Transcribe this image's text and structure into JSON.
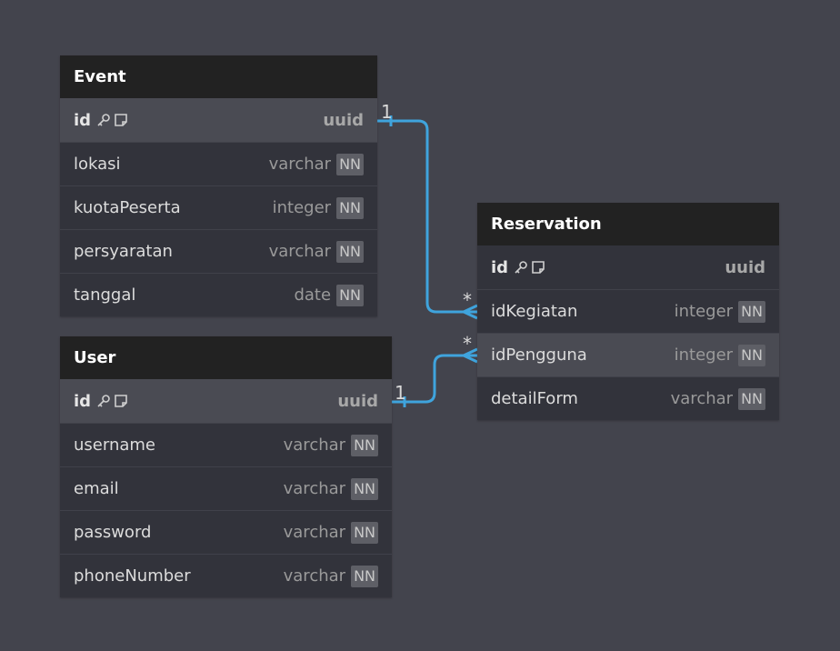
{
  "tables": {
    "event": {
      "name": "Event",
      "columns": [
        {
          "name": "id",
          "type": "uuid",
          "nn": "",
          "pk": true
        },
        {
          "name": "lokasi",
          "type": "varchar",
          "nn": "NN"
        },
        {
          "name": "kuotaPeserta",
          "type": "integer",
          "nn": "NN"
        },
        {
          "name": "persyaratan",
          "type": "varchar",
          "nn": "NN"
        },
        {
          "name": "tanggal",
          "type": "date",
          "nn": "NN"
        }
      ]
    },
    "user": {
      "name": "User",
      "columns": [
        {
          "name": "id",
          "type": "uuid",
          "nn": "",
          "pk": true
        },
        {
          "name": "username",
          "type": "varchar",
          "nn": "NN"
        },
        {
          "name": "email",
          "type": "varchar",
          "nn": "NN"
        },
        {
          "name": "password",
          "type": "varchar",
          "nn": "NN"
        },
        {
          "name": "phoneNumber",
          "type": "varchar",
          "nn": "NN"
        }
      ]
    },
    "reservation": {
      "name": "Reservation",
      "columns": [
        {
          "name": "id",
          "type": "uuid",
          "nn": "",
          "pk": true
        },
        {
          "name": "idKegiatan",
          "type": "integer",
          "nn": "NN"
        },
        {
          "name": "idPengguna",
          "type": "integer",
          "nn": "NN"
        },
        {
          "name": "detailForm",
          "type": "varchar",
          "nn": "NN"
        }
      ]
    }
  },
  "relations": [
    {
      "from": "Event.id",
      "to": "Reservation.idKegiatan",
      "from_card": "1",
      "to_card": "*"
    },
    {
      "from": "User.id",
      "to": "Reservation.idPengguna",
      "from_card": "1",
      "to_card": "*"
    }
  ],
  "colors": {
    "background": "#43444d",
    "header": "#222222",
    "edge": "#3fa4dd"
  },
  "icons": [
    "key-icon",
    "note-icon"
  ]
}
